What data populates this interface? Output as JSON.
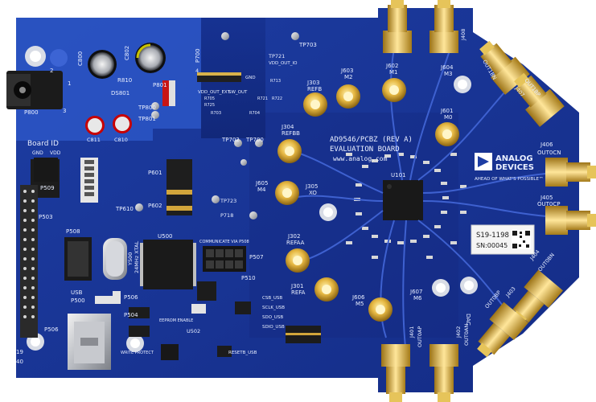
{
  "board": {
    "title_line1": "AD9546/PCBZ (REV A)",
    "title_line2": "EVALUATION BOARD",
    "website": "www.analog.com",
    "board_id_label": "Board ID",
    "gnd_label": "GND",
    "vdd_label": "VDD"
  },
  "brand": {
    "name_line1": "ANALOG",
    "name_line2": "DEVICES",
    "tagline": "AHEAD OF WHAT'S POSSIBLE™"
  },
  "sticker": {
    "serial_line1": "S19-1198",
    "serial_line2": "SN:00045"
  },
  "connectors": {
    "j303": "J303",
    "refb": "REFB",
    "j304": "J304",
    "refbb": "REFBB",
    "j305": "J305",
    "xo": "XO",
    "j302": "J302",
    "refaa": "REFAA",
    "j301": "J301",
    "refa": "REFA",
    "j603": "J603",
    "m2": "M2",
    "j602": "J602",
    "m1": "M1",
    "j604": "J604",
    "m3": "M3",
    "j601": "J601",
    "m0": "M0",
    "j605": "J605",
    "m4": "M4",
    "j606": "J606",
    "m5": "M5",
    "j607": "J607",
    "m6": "M6",
    "j408": "J408",
    "out1bn": "OUT1BN",
    "j407": "J407",
    "out1bp": "OUT1BP",
    "j406": "J406",
    "out0cn": "OUT0CN",
    "j405": "J405",
    "out0cp": "OUT0CP",
    "j404": "J404",
    "out0bn": "OUT0BN",
    "j403": "J403",
    "out0bp": "OUT0BP",
    "j402": "J402",
    "out0an": "OUT0AN",
    "j401": "J401",
    "out0ap": "OUT0AP",
    "u101": "U101"
  },
  "parts": {
    "c800": "C800",
    "c802": "C802",
    "r810": "R810",
    "ds801": "DS801",
    "p800": "P800",
    "tp800": "TP800",
    "tp801": "TP801",
    "p801": "P801",
    "c811": "C811",
    "c810": "C810",
    "p700": "P700",
    "tp703": "TP703",
    "tp721": "TP721",
    "vdd_out_io": "VDD_OUT_IO",
    "tp702": "TP702",
    "tp700": "TP700",
    "p601": "P601",
    "p602": "P602",
    "tp610": "TP610",
    "tp723": "TP723",
    "p718": "P718",
    "p509": "P509",
    "p503": "P503",
    "p508": "P508",
    "y500": "Y500",
    "xtal": "24MHz XTAL",
    "u500": "U500",
    "p507": "P507",
    "p510": "P510",
    "communicate": "COMMUNICATE VIA P508",
    "usb": "USB",
    "p500": "P500",
    "p506": "P506",
    "p504": "P504",
    "p506b": "P506",
    "write_protect": "WRITE PROTECT",
    "eeprom_enable": "EEPROM ENABLE",
    "u502": "U502",
    "resetb_usb": "RESETB_USB",
    "csb_usb": "CSB_USB",
    "sclk_usb": "SCLK_USB",
    "sdo_usb": "SDO_USB",
    "sdio_usb": "SDIO_USB",
    "c_num_2": "2",
    "c_num_1": "1",
    "c_num_3": "3",
    "c_num_4": "4",
    "c_num_19": "19",
    "c_num_40": "40",
    "dac": "DAC",
    "r713": "R713",
    "r721": "R721",
    "r722": "R722",
    "r725": "R725",
    "r703": "R703",
    "r704": "R704",
    "r705": "R705",
    "vdd_out_ext": "VDD_OUT_EXT",
    "sw_out": "SW_OUT",
    "gnd": "GND"
  }
}
